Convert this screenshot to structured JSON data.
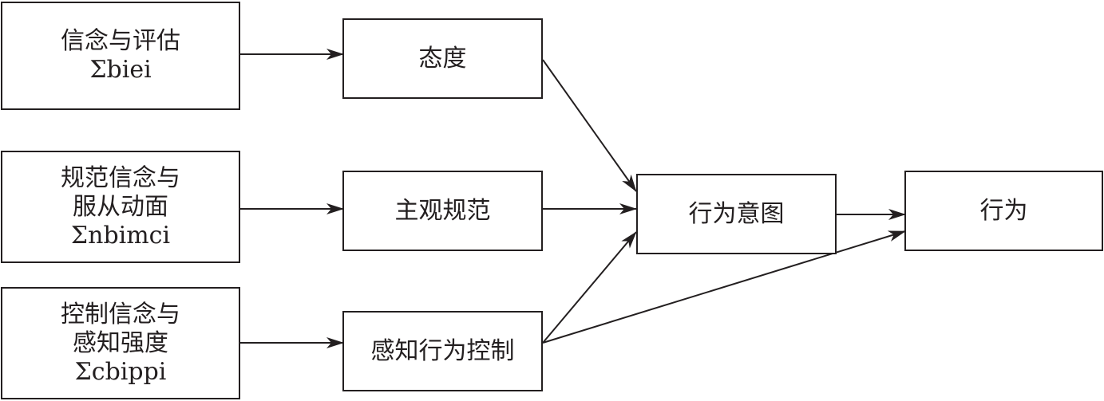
{
  "diagram": {
    "inputs": [
      {
        "lines": [
          "信念与评估",
          "Σbiei"
        ]
      },
      {
        "lines": [
          "规范信念与",
          "服从动面",
          "Σnbimci"
        ]
      },
      {
        "lines": [
          "控制信念与",
          "感知强度",
          "Σcbippi"
        ]
      }
    ],
    "attitude": "态度",
    "subjective_norm": "主观规范",
    "perceived_control": "感知行为控制",
    "intention": "行为意图",
    "behavior": "行为",
    "line_color": "#231f20"
  }
}
